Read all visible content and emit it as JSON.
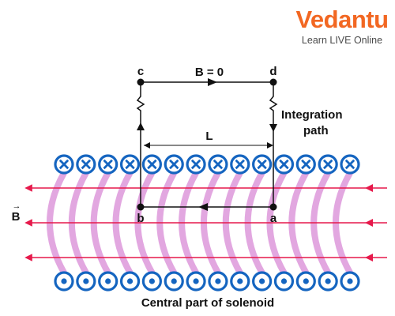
{
  "brand": {
    "name": "Vedantu",
    "tagline": "Learn LIVE Online",
    "color": "#f26722",
    "tagline_color": "#4a4a4a"
  },
  "diagram": {
    "caption": "Central part of solenoid",
    "field_label": "B",
    "field_vector_mark": "→",
    "top_segment_label": "B = 0",
    "length_label": "L",
    "path_label_line1": "Integration",
    "path_label_line2": "path",
    "corners": {
      "top_left": "c",
      "top_right": "d",
      "bottom_left": "b",
      "bottom_right": "a"
    },
    "top_row_symbol": "into-page-cross",
    "bottom_row_symbol": "out-of-page-dot",
    "coil_count": 14,
    "colors": {
      "field_line": "#e6194b",
      "coil_ring": "#1565c0",
      "winding": "#d88ad6",
      "path": "#111111"
    }
  }
}
